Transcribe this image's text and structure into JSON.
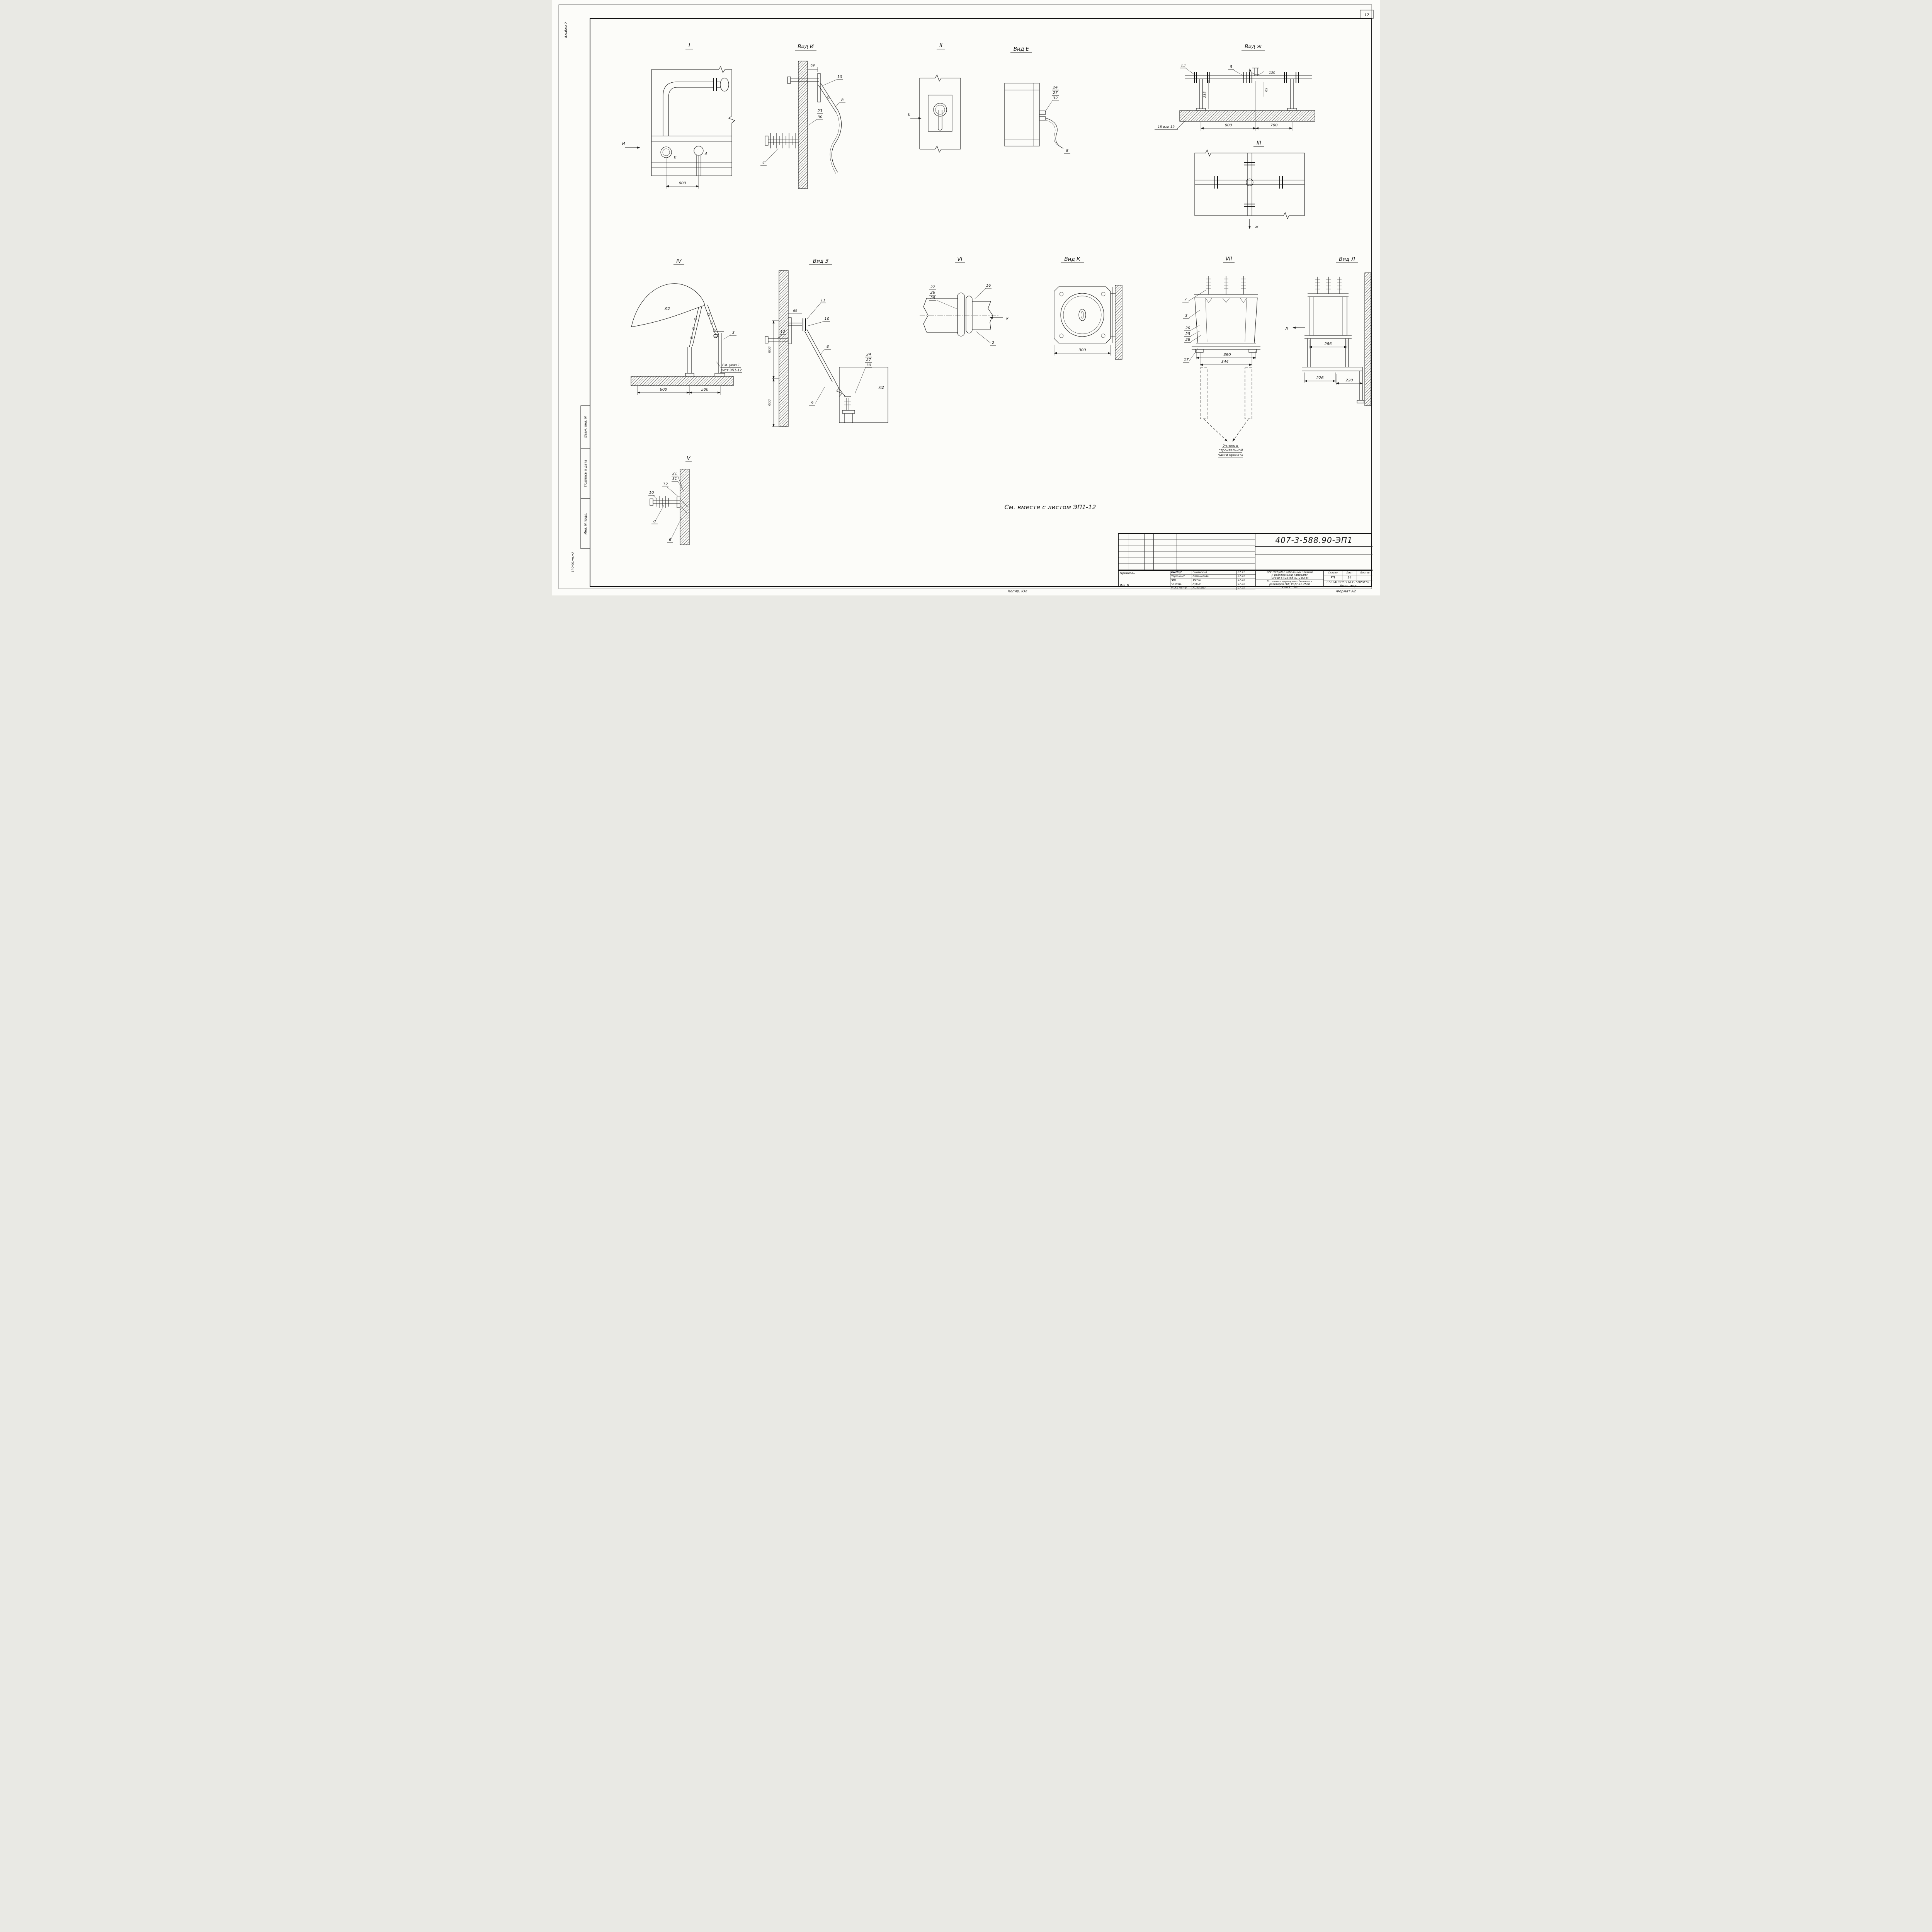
{
  "page": {
    "corner_sheet_number": "17",
    "album_label": "Альбом 2",
    "center_note": "См. вместе с листом ЭП1-12",
    "copier_label": "Копир. Юл",
    "format_label": "Формат А2"
  },
  "side_stamp": {
    "vzam_inv": "Взам. инв. N",
    "podpis_i_data": "Подпись и дата",
    "inv_podl": "Инв. N подл.",
    "doc_code": "13266-тч-т2"
  },
  "views": {
    "node1": {
      "title": "I",
      "view_arrow": "И",
      "point_b": "В",
      "point_a": "А",
      "dim_span": "600"
    },
    "vid_i": {
      "title": "Вид И",
      "dim_69": "69",
      "c10": "10",
      "c8": "8",
      "c23": "23",
      "c30": "30",
      "c4": "4"
    },
    "node2": {
      "title": "II",
      "view_arrow": "Е"
    },
    "vid_e": {
      "title": "Вид Е",
      "c24": "24",
      "c27": "27",
      "c32": "32",
      "c8": "8"
    },
    "vid_zh": {
      "title": "Вид ж",
      "c13": "13",
      "c5": "5",
      "c130": "130",
      "dim_235": "235",
      "dim_69": "69",
      "dim_600": "600",
      "dim_700": "700",
      "slab_note": "18 или 19"
    },
    "node3": {
      "title": "III",
      "view_arrow": "ж"
    },
    "node4": {
      "title": "IV",
      "label_l2": "Л2",
      "c3": "3",
      "dim_600": "600",
      "dim_500": "500",
      "ref_note_line1": "См. указ.1",
      "ref_note_line2": "лист ЭП1-12"
    },
    "vid_z": {
      "title": "Вид З",
      "dim_69": "69",
      "c11": "11",
      "c10": "10",
      "c12": "12",
      "c8": "8",
      "c9": "9",
      "dim_800": "800",
      "dim_600": "600",
      "c24": "24",
      "c27": "27",
      "c30": "30",
      "label_l2": "Л2"
    },
    "node6": {
      "title": "VI",
      "c22": "22",
      "c26": "26",
      "c29": "29",
      "c16": "16",
      "c2": "2",
      "view_arrow": "к"
    },
    "vid_k": {
      "title": "Вид К",
      "dim_300": "300"
    },
    "node7": {
      "title": "VII",
      "c7": "7",
      "c3": "3",
      "c20": "20",
      "c25": "25",
      "c28": "28",
      "c17": "17",
      "dim_390": "390",
      "dim_344": "344",
      "note_line1": "Учтено в",
      "note_line2": "строительной",
      "note_line3": "части проекта"
    },
    "vid_l": {
      "title": "Вид Л",
      "view_arrow": "Л",
      "dim_286": "286",
      "dim_226": "226",
      "dim_220": "220"
    },
    "node5": {
      "title": "V",
      "c21": "21",
      "c31": "31",
      "c12": "12",
      "c10": "10",
      "c8": "8",
      "c6": "6"
    }
  },
  "title_block": {
    "doc_number": "407-3-588.90-ЭП1",
    "privyazan_label": "Привязан",
    "inv_label": "Инв. N",
    "signature_rows": [
      {
        "role": "Нач.отд.",
        "name": "Роменский",
        "date": "07.91"
      },
      {
        "role": "Норм.конт.",
        "name": "Ломоносова",
        "date": "07.91"
      },
      {
        "role": "ГИП",
        "name": "Фотин",
        "date": "07.91"
      },
      {
        "role": "Гл.спец.",
        "name": "Лурье",
        "date": "07.91"
      },
      {
        "role": "Инж.Гконтр.",
        "name": "Лыкасова",
        "date": "07.91"
      }
    ],
    "project_lines": [
      "ЗРУ 10(6)кВ с кабельным этажом",
      "и реакторными камерами",
      "(ЗРУ10-6×24-Жб-51-2-КЭ-р)"
    ],
    "title_lines": [
      "Установка одинарных бетонных",
      "реакторов РБГ, РБДГ-10-2500",
      "Узлы I ... VII"
    ],
    "stage_header": "Стадия",
    "sheet_header": "Лист",
    "sheets_header": "Листов",
    "stage_value": "РП",
    "sheet_value": "14",
    "org_line1": "СЕВЗАПЭНЕРГОСЕТЬПРОЕКТ",
    "org_line2": "Ленинград"
  }
}
